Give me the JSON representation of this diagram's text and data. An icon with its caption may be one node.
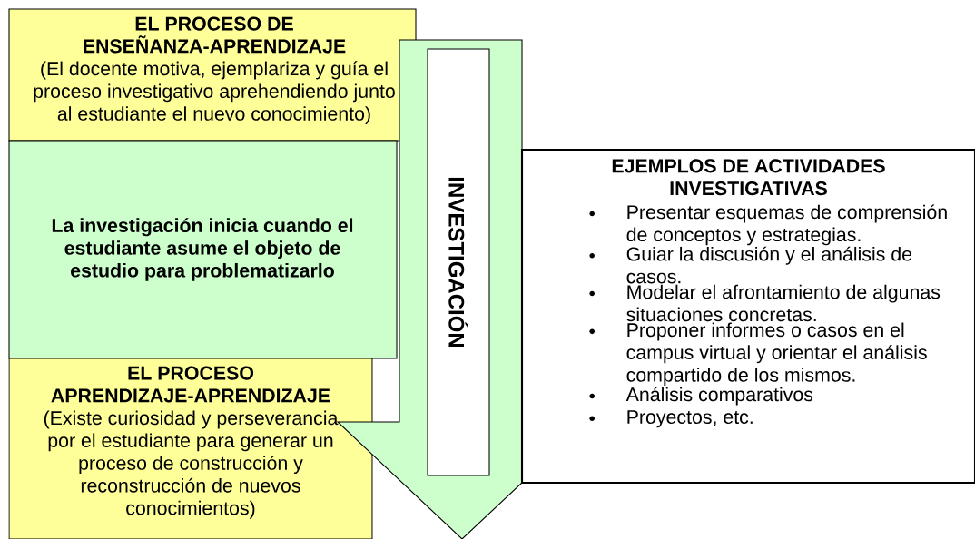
{
  "diagram": {
    "nodes": [
      {
        "text": [
          "EL PROCESO DE ENSEÑANZA-APRENDIZAJE",
          "(El docente motiva, ejemplariza y guía el proceso investigativo aprehendiendo junto al estudiante el nuevo conocimiento)"
        ]
      },
      {
        "text": [
          "La investigación inicia cuando el estudiante asume el objeto de estudio para problematizarlo"
        ]
      },
      {
        "text": [
          "EL PROCESO APRENDIZAJE-APRENDIZAJE",
          "(Existe curiosidad y perseverancia por el estudiante para generar un proceso de construcción y reconstrucción de nuevos conocimientos)"
        ]
      },
      {
        "text": [],
        "shape": "arrow"
      },
      {
        "text": [
          "INVESTIGACIÓN"
        ],
        "in": 3
      },
      {
        "text": [
          "EJEMPLOS DE ACTIVIDADES INVESTIGATIVAS",
          "Presentar esquemas de comprensión de conceptos y estrategias.",
          "Guiar la discusión y el análisis de casos.",
          "Modelar el afrontamiento de algunas situaciones concretas.",
          "Proponer informes o casos en el campus virtual y orientar el análisis compartido de los mismos.",
          "Análisis comparativos",
          "Proyectos, etc."
        ]
      }
    ]
  }
}
